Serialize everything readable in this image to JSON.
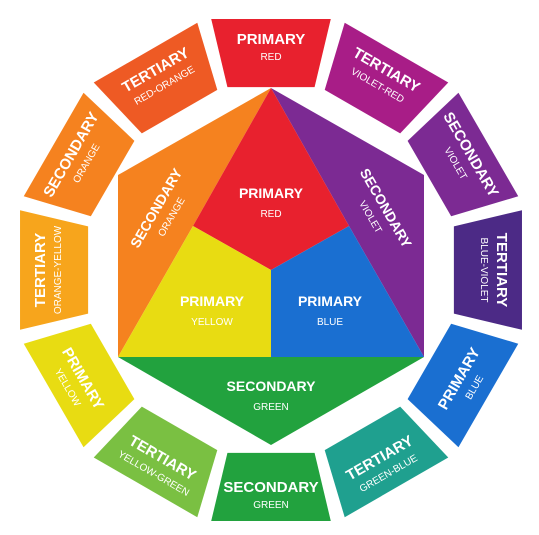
{
  "ring": [
    {
      "id": "red",
      "kind": "PRIMARY",
      "name": "RED",
      "color": "#e8212e"
    },
    {
      "id": "violet-red",
      "kind": "TERTIARY",
      "name": "VIOLET-RED",
      "color": "#a81d87"
    },
    {
      "id": "violet",
      "kind": "SECONDARY",
      "name": "VIOLET",
      "color": "#7c2a93"
    },
    {
      "id": "blue-violet",
      "kind": "TERTIARY",
      "name": "BLUE-VIOLET",
      "color": "#4c2a86"
    },
    {
      "id": "blue",
      "kind": "PRIMARY",
      "name": "BLUE",
      "color": "#1a6fd1"
    },
    {
      "id": "green-blue",
      "kind": "TERTIARY",
      "name": "GREEN-BLUE",
      "color": "#1fa08f"
    },
    {
      "id": "green",
      "kind": "SECONDARY",
      "name": "GREEN",
      "color": "#22a23e"
    },
    {
      "id": "yellow-green",
      "kind": "TERTIARY",
      "name": "YELLOW-GREEN",
      "color": "#7ac042"
    },
    {
      "id": "yellow",
      "kind": "PRIMARY",
      "name": "YELLOW",
      "color": "#e8dc12"
    },
    {
      "id": "orange-yellow",
      "kind": "TERTIARY",
      "name": "ORANGE-YELLOW",
      "color": "#f7a51c"
    },
    {
      "id": "orange",
      "kind": "SECONDARY",
      "name": "ORANGE",
      "color": "#f5821f"
    },
    {
      "id": "red-orange",
      "kind": "TERTIARY",
      "name": "RED-ORANGE",
      "color": "#ee5a24"
    }
  ],
  "center": {
    "primary_red": {
      "kind": "PRIMARY",
      "name": "RED",
      "color": "#e8212e"
    },
    "primary_yellow": {
      "kind": "PRIMARY",
      "name": "YELLOW",
      "color": "#e8dc12"
    },
    "primary_blue": {
      "kind": "PRIMARY",
      "name": "BLUE",
      "color": "#1a6fd1"
    },
    "secondary_orange": {
      "kind": "SECONDARY",
      "name": "ORANGE",
      "color": "#f5821f"
    },
    "secondary_violet": {
      "kind": "SECONDARY",
      "name": "VIOLET",
      "color": "#7c2a93"
    },
    "secondary_green": {
      "kind": "SECONDARY",
      "name": "GREEN",
      "color": "#22a23e"
    }
  }
}
